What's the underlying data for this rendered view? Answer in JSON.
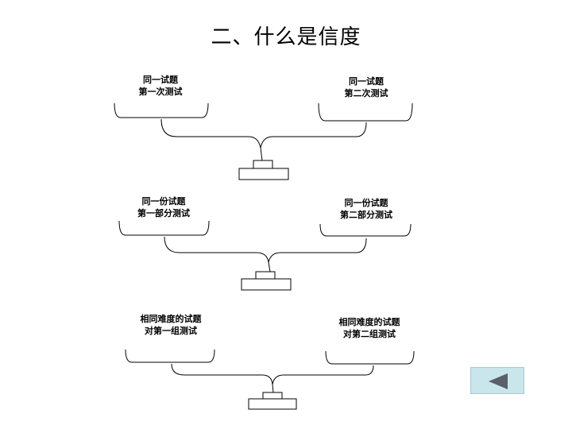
{
  "title": "二、什么是信度",
  "groups": [
    {
      "left": [
        "同一试题",
        "第一次测试"
      ],
      "right": [
        "同一试题",
        "第二次测试"
      ]
    },
    {
      "left": [
        "同一份试题",
        "第一部分测试"
      ],
      "right": [
        "同一份试题",
        "第二部分测试"
      ]
    },
    {
      "left": [
        "相同难度的试题",
        "对第一组测试"
      ],
      "right": [
        "相同难度的试题",
        "对第二组测试"
      ]
    }
  ],
  "nav": {
    "back_icon": "triangle-left-icon",
    "accent": "#c9e6ec",
    "icon_color": "#5a5f6a"
  }
}
